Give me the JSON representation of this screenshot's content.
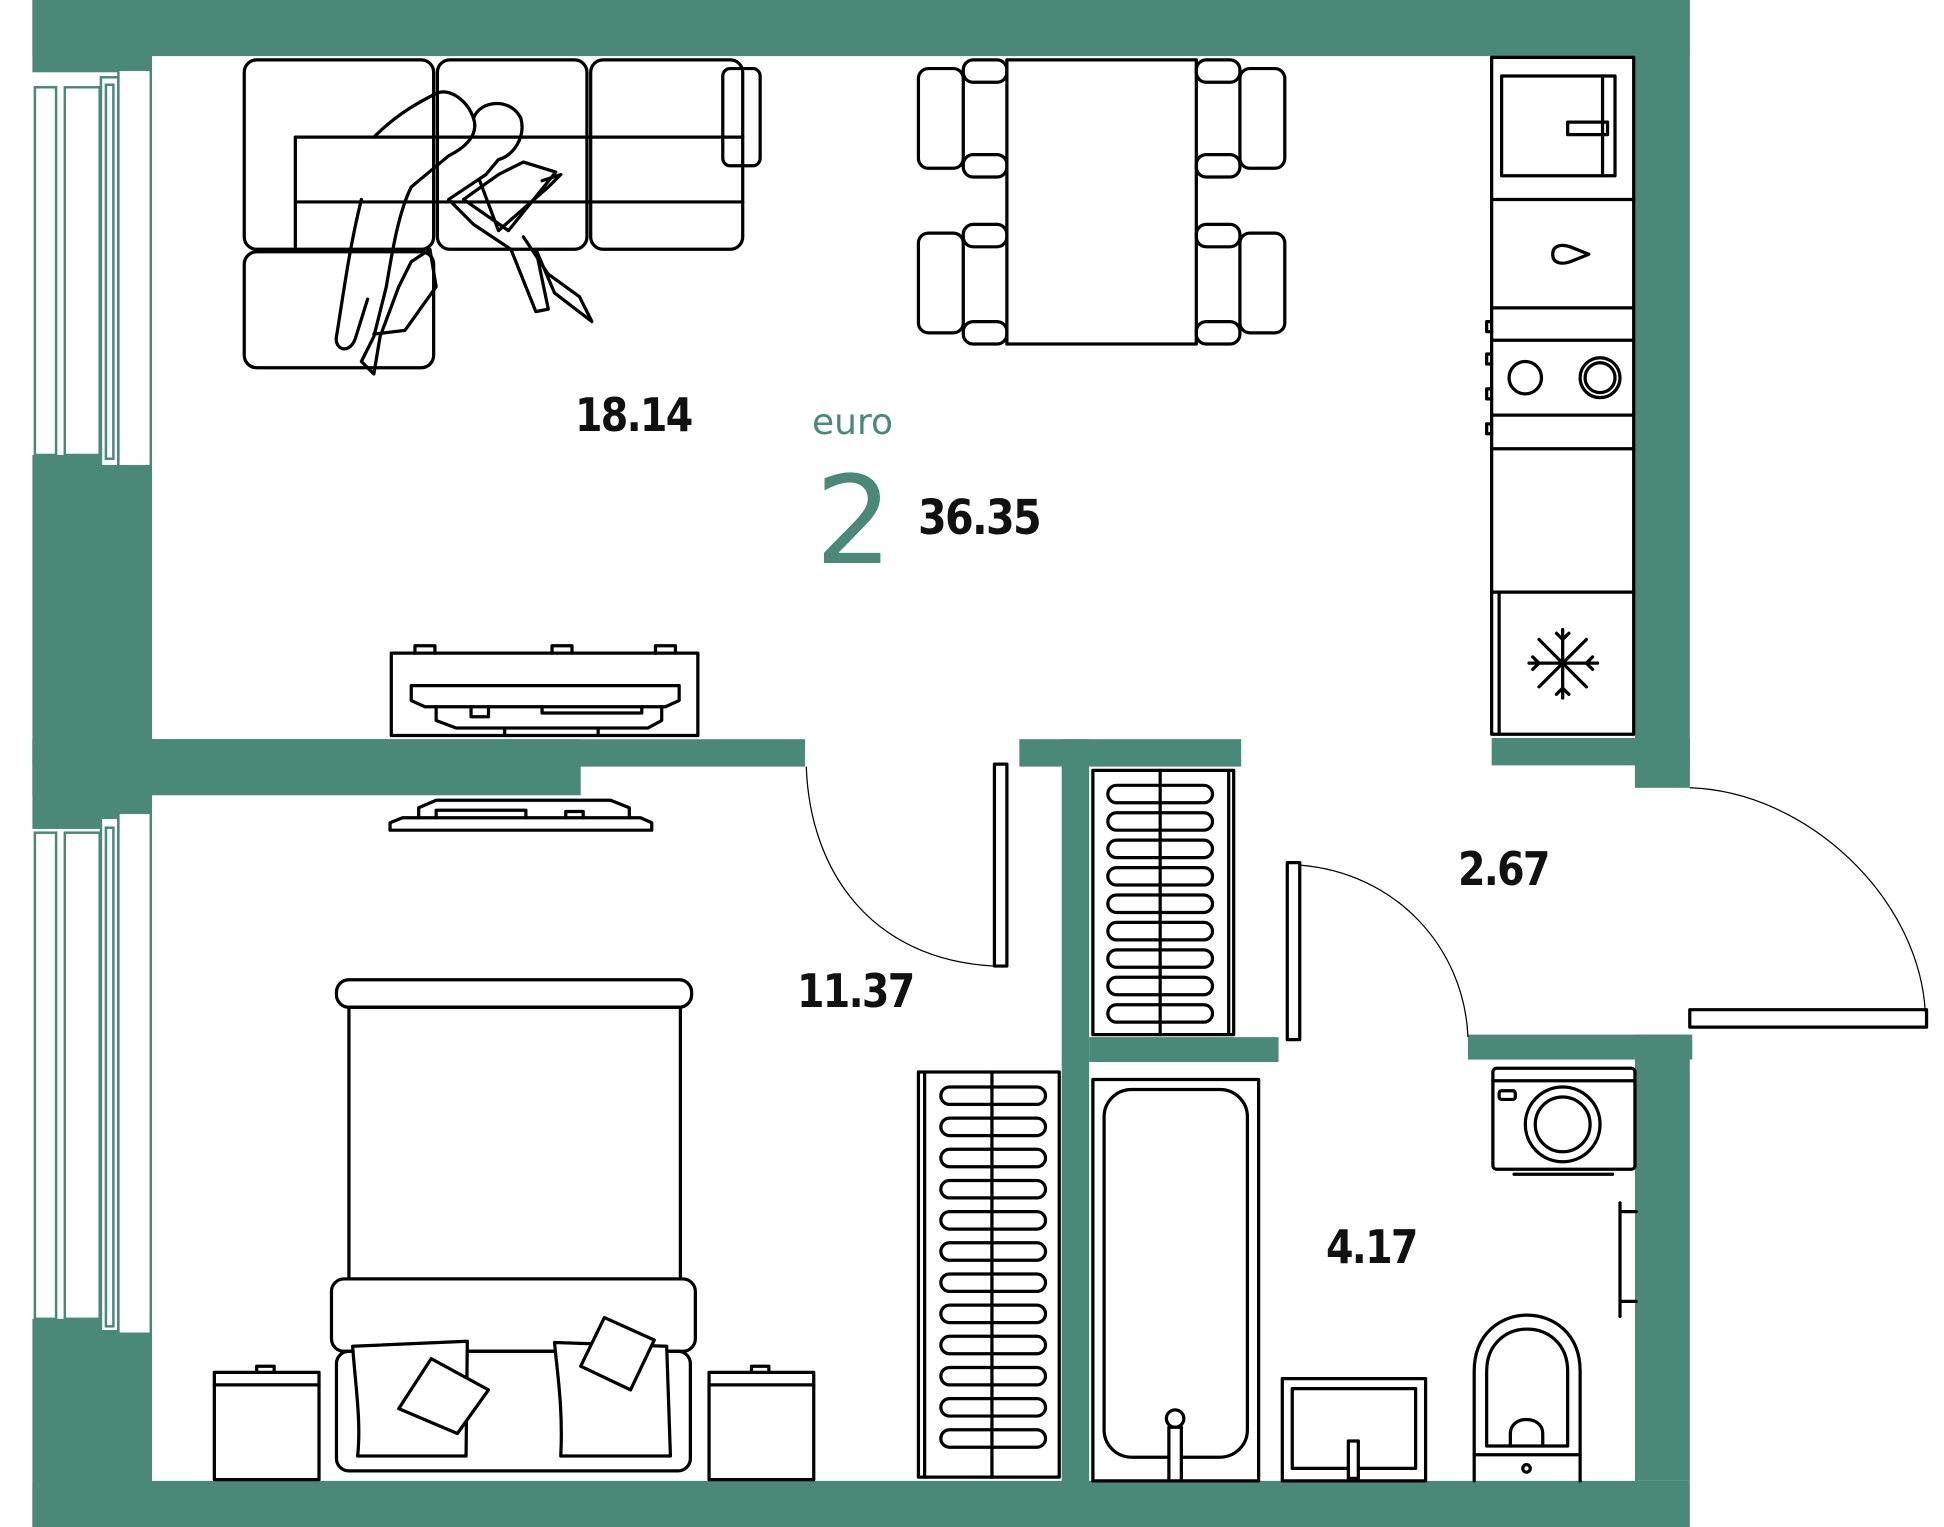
{
  "plan": {
    "type_label": "euro",
    "rooms_count": "2",
    "total_area": "36.35",
    "colors": {
      "wall": "#4a8878",
      "line": "#000000",
      "background": "#ffffff"
    },
    "rooms": [
      {
        "name": "living-kitchen",
        "area": "18.14"
      },
      {
        "name": "bedroom",
        "area": "11.37"
      },
      {
        "name": "hallway",
        "area": "2.67"
      },
      {
        "name": "bathroom",
        "area": "4.17"
      }
    ],
    "icons": [
      "sofa-with-people-icon",
      "dining-table-icon",
      "sink-icon",
      "hob-icon",
      "fridge-snowflake-icon",
      "tv-stand-icon",
      "bed-icon",
      "nightstand-icon",
      "wardrobe-icon",
      "bathtub-icon",
      "washbasin-icon",
      "toilet-icon",
      "washing-machine-icon",
      "towel-rail-icon",
      "door-swing-icon",
      "window-icon"
    ]
  }
}
